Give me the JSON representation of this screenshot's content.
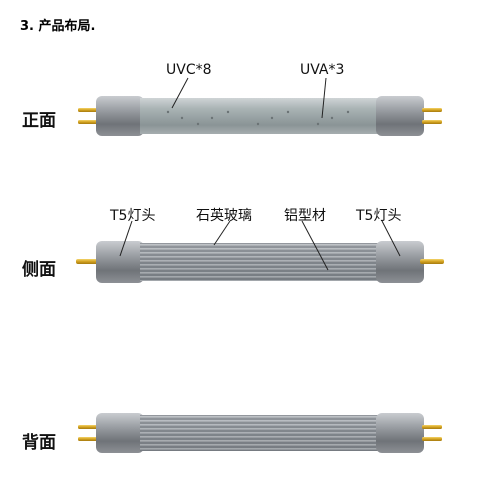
{
  "heading": "3. 产品布局.",
  "views": {
    "front": "正面",
    "side": "侧面",
    "back": "背面"
  },
  "callouts": {
    "uvc": "UVC*8",
    "uva": "UVA*3",
    "t5_left": "T5灯头",
    "quartz": "石英玻璃",
    "aluminum": "铝型材",
    "t5_right": "T5灯头"
  }
}
